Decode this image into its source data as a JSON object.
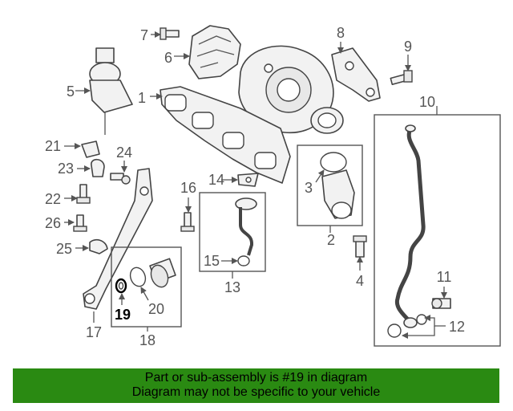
{
  "callouts": {
    "c1": "1",
    "c2": "2",
    "c3": "3",
    "c4": "4",
    "c5": "5",
    "c6": "6",
    "c7": "7",
    "c8": "8",
    "c9": "9",
    "c10": "10",
    "c11": "11",
    "c12": "12",
    "c13": "13",
    "c14": "14",
    "c15": "15",
    "c16": "16",
    "c17": "17",
    "c18": "18",
    "c19": "19",
    "c20": "20",
    "c21": "21",
    "c22": "22",
    "c23": "23",
    "c24": "24",
    "c25": "25",
    "c26": "26"
  },
  "highlighted_part": "19",
  "banner": {
    "line1": "Part or sub-assembly is #19 in diagram",
    "line2": "Diagram may not be specific to your vehicle",
    "background": "#2a8a12"
  }
}
